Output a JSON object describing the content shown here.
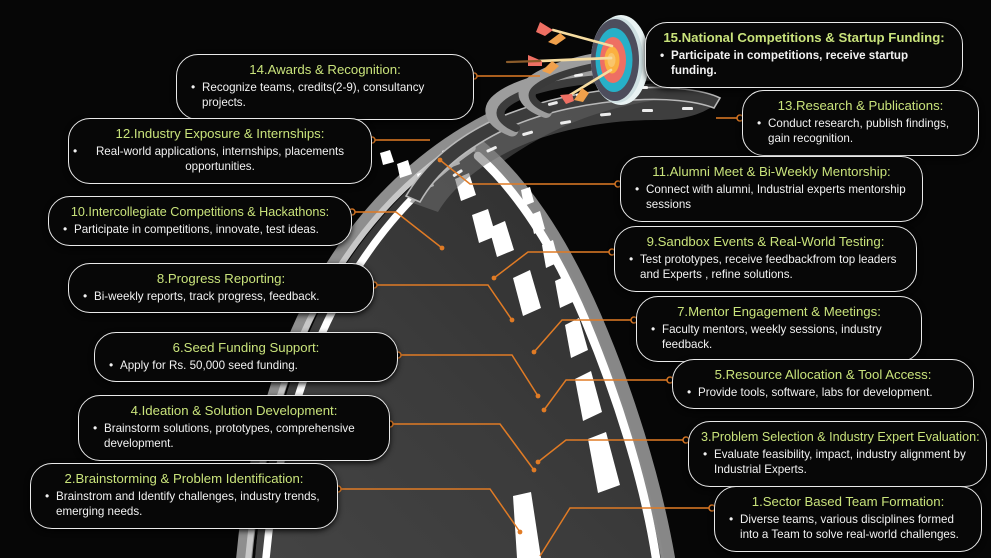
{
  "graphic": {
    "type": "roadmap-infographic",
    "background_color": "#060606",
    "road_color": "#3a3a3a",
    "road_edge_color": "#ffffff",
    "lane_dash_color": "#ffffff",
    "connector_color": "#e07b25",
    "title_color": "#c9e37b",
    "body_color": "#f2f2f2",
    "box_border_color": "#e9e9e9",
    "target_icon": "archery-target-icon",
    "arrow_icon": "arrow-icon",
    "target_rings": [
      "#e8f2f2",
      "#4d4d5c",
      "#27b0c8",
      "#ee6f63",
      "#fbb040",
      "#f8c96a"
    ],
    "arrow_count": 3
  },
  "steps": [
    {
      "id": 1,
      "title": "1.Sector Based Team Formation:",
      "bullets": [
        "Diverse teams, various disciplines formed into a Team to solve real-world challenges."
      ]
    },
    {
      "id": 2,
      "title": "2.Brainstorming & Problem Identification:",
      "bullets": [
        "Brainstrom and Identify challenges, industry trends, emerging needs."
      ]
    },
    {
      "id": 3,
      "title": "3.Problem Selection & Industry Expert Evaluation:",
      "bullets": [
        "Evaluate feasibility, impact, industry alignment by Industrial Experts."
      ]
    },
    {
      "id": 4,
      "title": "4.Ideation & Solution Development:",
      "bullets": [
        "Brainstorm solutions, prototypes, comprehensive development."
      ]
    },
    {
      "id": 5,
      "title": "5.Resource Allocation & Tool Access:",
      "bullets": [
        "Provide tools, software, labs for development."
      ]
    },
    {
      "id": 6,
      "title": "6.Seed Funding Support:",
      "bullets": [
        "Apply for Rs. 50,000 seed funding."
      ]
    },
    {
      "id": 7,
      "title": "7.Mentor Engagement & Meetings:",
      "bullets": [
        "Faculty mentors, weekly sessions, industry feedback."
      ]
    },
    {
      "id": 8,
      "title": "8.Progress Reporting:",
      "bullets": [
        "Bi-weekly reports, track progress, feedback."
      ]
    },
    {
      "id": 9,
      "title": "9.Sandbox Events & Real-World Testing:",
      "bullets": [
        "Test prototypes, receive feedbackfrom top leaders and Experts , refine solutions."
      ]
    },
    {
      "id": 10,
      "title": "10.Intercollegiate Competitions & Hackathons:",
      "bullets": [
        "Participate in competitions, innovate, test ideas."
      ]
    },
    {
      "id": 11,
      "title": "11.Alumni Meet & Bi-Weekly Mentorship:",
      "bullets": [
        "Connect with alumni, Industrial experts mentorship sessions"
      ]
    },
    {
      "id": 12,
      "title": "12.Industry Exposure & Internships:",
      "bullets": [
        "Real-world applications, internships, placements opportunities."
      ]
    },
    {
      "id": 13,
      "title": "13.Research & Publications:",
      "bullets": [
        "Conduct research, publish findings, gain recognition."
      ]
    },
    {
      "id": 14,
      "title": "14.Awards & Recognition:",
      "bullets": [
        "Recognize teams, credits(2-9), consultancy projects."
      ]
    },
    {
      "id": 15,
      "title": "15.National Competitions & Startup Funding:",
      "bullets": [
        "Participate in competitions, receive startup funding."
      ]
    }
  ]
}
